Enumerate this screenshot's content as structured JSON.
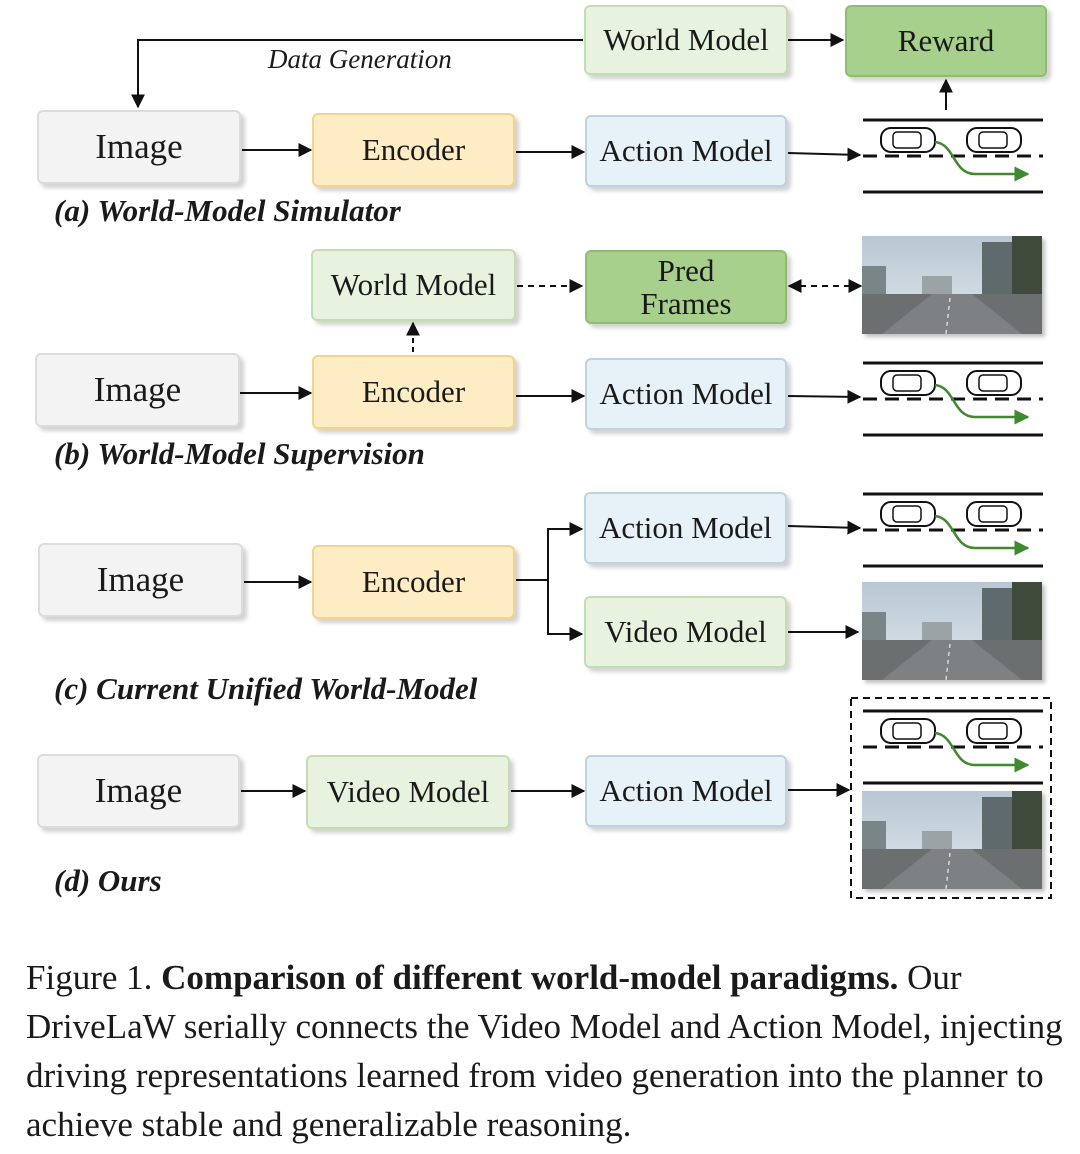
{
  "labels": {
    "image": "Image",
    "encoder": "Encoder",
    "world_model": "World Model",
    "action_model": "Action Model",
    "video_model": "Video Model",
    "reward": "Reward",
    "pred_frames_line1": "Pred",
    "pred_frames_line2": "Frames",
    "data_generation": "Data Generation"
  },
  "sections": {
    "a": "(a) World-Model Simulator",
    "b": "(b) World-Model Supervision",
    "c": "(c) Current Unified World-Model",
    "d": "(d) Ours"
  },
  "caption": {
    "prefix": "Figure 1.",
    "bold": "Comparison of different world-model paradigms.",
    "rest": "Our DriveLaW serially connects the Video Model and Action Model, injecting driving representations learned from video generation into the planner to achieve stable and generalizable reasoning."
  },
  "colors": {
    "trajectory": "#3f8a2e",
    "image_box": "#f3f3f3",
    "encoder_box": "#fdecc4",
    "world_box": "#e8f3df",
    "reward_box": "#a8d08d",
    "action_box": "#e7f1f8"
  }
}
